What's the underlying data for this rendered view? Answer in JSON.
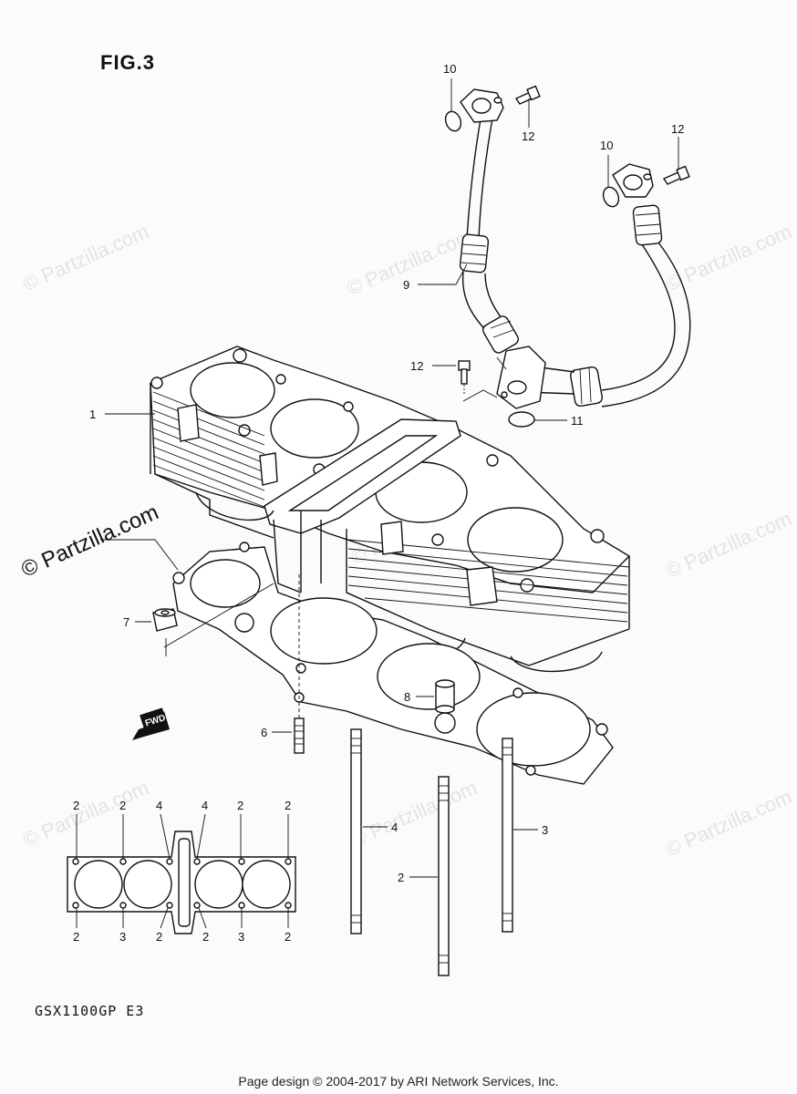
{
  "figure_label": "FIG.3",
  "model_code": "GSX1100GP E3",
  "footer": "Page design © 2004-2017 by ARI Network Services, Inc.",
  "watermark": "© Partzilla.com",
  "fwd_label": "FWD",
  "callouts": {
    "c1": "1",
    "c2": "2",
    "c3": "3",
    "c4": "4",
    "c6": "6",
    "c7": "7",
    "c8": "8",
    "c9": "9",
    "c10a": "10",
    "c10b": "10",
    "c11": "11",
    "c12a": "12",
    "c12b": "12",
    "c12c": "12"
  },
  "gasket_callouts": {
    "top": [
      "2",
      "2",
      "4",
      "4",
      "2",
      "2"
    ],
    "bottom": [
      "2",
      "3",
      "2",
      "2",
      "3",
      "2"
    ]
  },
  "colors": {
    "line": "#111111",
    "paper": "#fbfbfb",
    "watermark": "#787878"
  }
}
